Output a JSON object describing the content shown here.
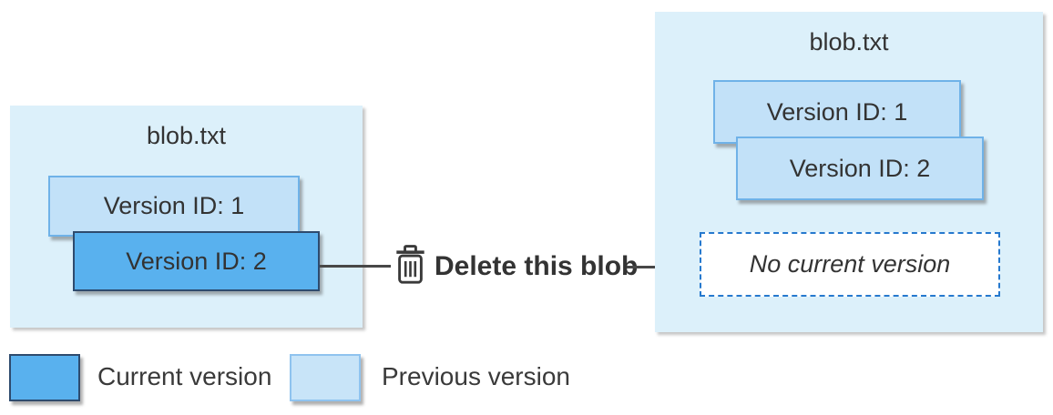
{
  "diagram": {
    "before": {
      "title": "blob.txt",
      "versions": [
        {
          "label": "Version ID: 1",
          "state": "previous"
        },
        {
          "label": "Version ID: 2",
          "state": "current"
        }
      ]
    },
    "action": {
      "label": "Delete this blob",
      "icon": "trash-icon"
    },
    "after": {
      "title": "blob.txt",
      "versions": [
        {
          "label": "Version ID: 1",
          "state": "previous"
        },
        {
          "label": "Version ID: 2",
          "state": "previous"
        }
      ],
      "current_slot": "No current version"
    },
    "legend": {
      "items": [
        {
          "label": "Current version",
          "color": "#59B1EE"
        },
        {
          "label": "Previous version",
          "color": "#C8E4F8"
        }
      ]
    },
    "colors": {
      "panel_bg": "#DCF0FA",
      "current_fill": "#59B1EE",
      "current_border": "#2E4B6E",
      "previous_fill": "#C2E1F8",
      "previous_border": "#6FB2E8",
      "dashed_border": "#2679CE",
      "text": "#333333",
      "arrow": "#474747"
    }
  }
}
